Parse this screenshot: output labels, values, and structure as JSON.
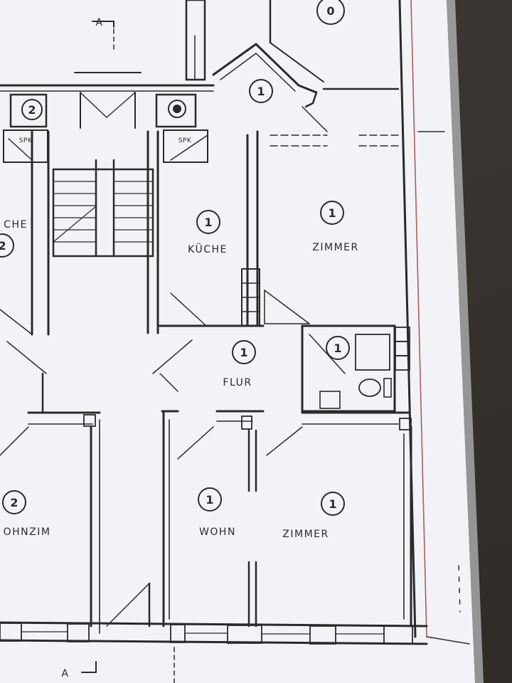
{
  "section_marker": "A",
  "rooms": {
    "kueche_1": {
      "num": "1",
      "label": "KÜCHE"
    },
    "zimmer_1": {
      "num": "1",
      "label": "ZIMMER"
    },
    "flur_1": {
      "num": "1",
      "label": "FLUR"
    },
    "bad_1": {
      "num": "1"
    },
    "wohn_1": {
      "num": "1",
      "label": "WOHN"
    },
    "zimmer_wohn_1": {
      "num": "1",
      "label": "ZIMMER"
    },
    "kueche_2": {
      "num": "2",
      "label": "CHE"
    },
    "wohnzim_2": {
      "num": "2",
      "label": "OHNZIM"
    },
    "top_room": {
      "num": "1"
    },
    "top_right_circle": {
      "num": "0"
    },
    "chimney_left": {
      "num": "2"
    }
  },
  "spk_labels": [
    "SPK",
    "SPK"
  ],
  "colors": {
    "ink": "#2a2a2a",
    "paper": "#f3f4f8",
    "table": "#3b3631",
    "accent_red": "#b35a5a"
  }
}
